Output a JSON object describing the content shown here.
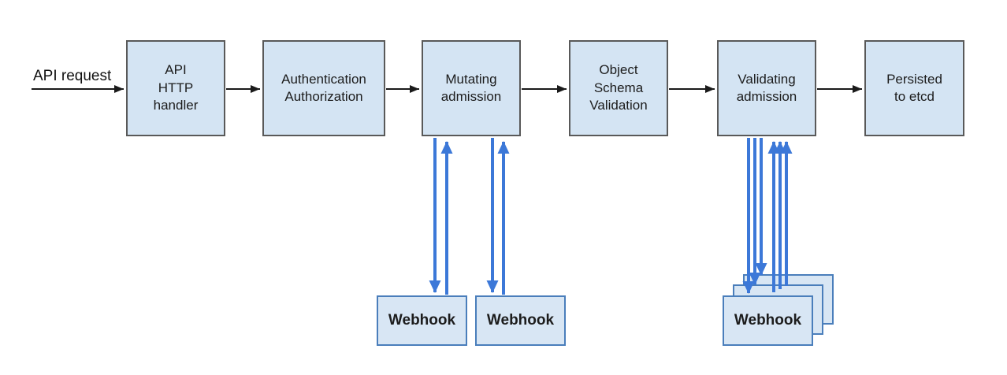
{
  "request_label": "API request",
  "pipeline": [
    {
      "id": "api-http-handler",
      "label": "API\nHTTP\nhandler"
    },
    {
      "id": "authentication-authorization",
      "label": "Authentication\nAuthorization"
    },
    {
      "id": "mutating-admission",
      "label": "Mutating\nadmission"
    },
    {
      "id": "object-schema-validation",
      "label": "Object\nSchema\nValidation"
    },
    {
      "id": "validating-admission",
      "label": "Validating\nadmission"
    },
    {
      "id": "persisted-to-etcd",
      "label": "Persisted\nto etcd"
    }
  ],
  "webhooks": {
    "mutating": [
      {
        "label": "Webhook"
      },
      {
        "label": "Webhook"
      }
    ],
    "validating": [
      {
        "label": "Webhook"
      }
    ]
  },
  "colors": {
    "node_fill": "#d4e4f3",
    "node_border": "#595959",
    "webhook_fill": "#d8e6f4",
    "webhook_border": "#4a7ebb",
    "flow_arrow": "#1a1a1a",
    "webhook_arrow": "#3c78d8"
  }
}
